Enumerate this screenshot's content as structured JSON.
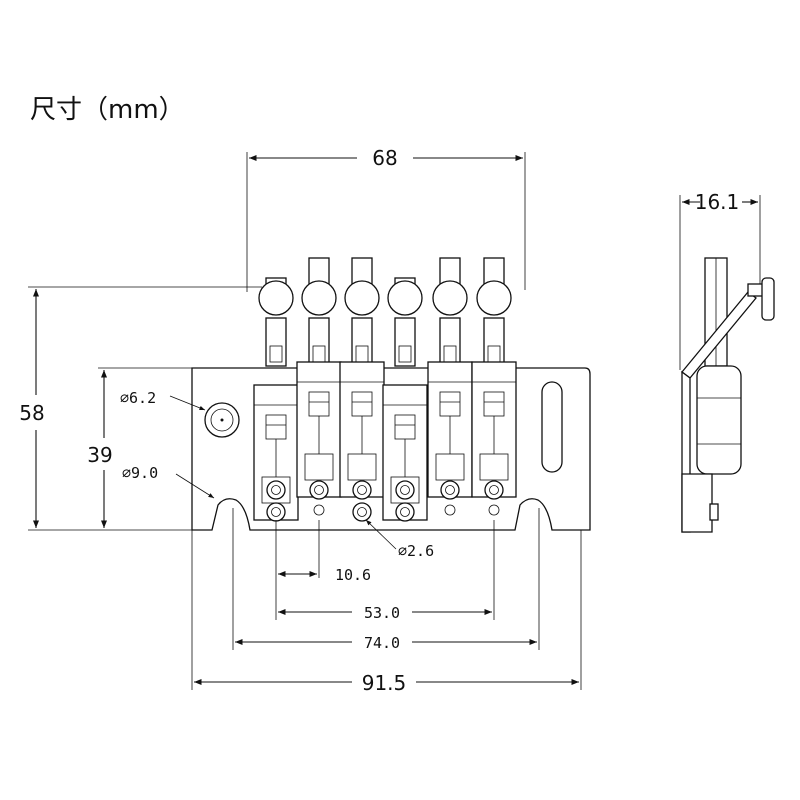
{
  "title": "尺寸（mm）",
  "dimensions": {
    "top_width": "68",
    "side_depth": "16.1",
    "total_height": "58",
    "post_height": "39",
    "hole_small": "⌀6.2",
    "slot_large": "⌀9.0",
    "pin_dia": "⌀2.6",
    "string_gap": "10.6",
    "string_span": "53.0",
    "mount_span": "74.0",
    "overall_width": "91.5"
  }
}
